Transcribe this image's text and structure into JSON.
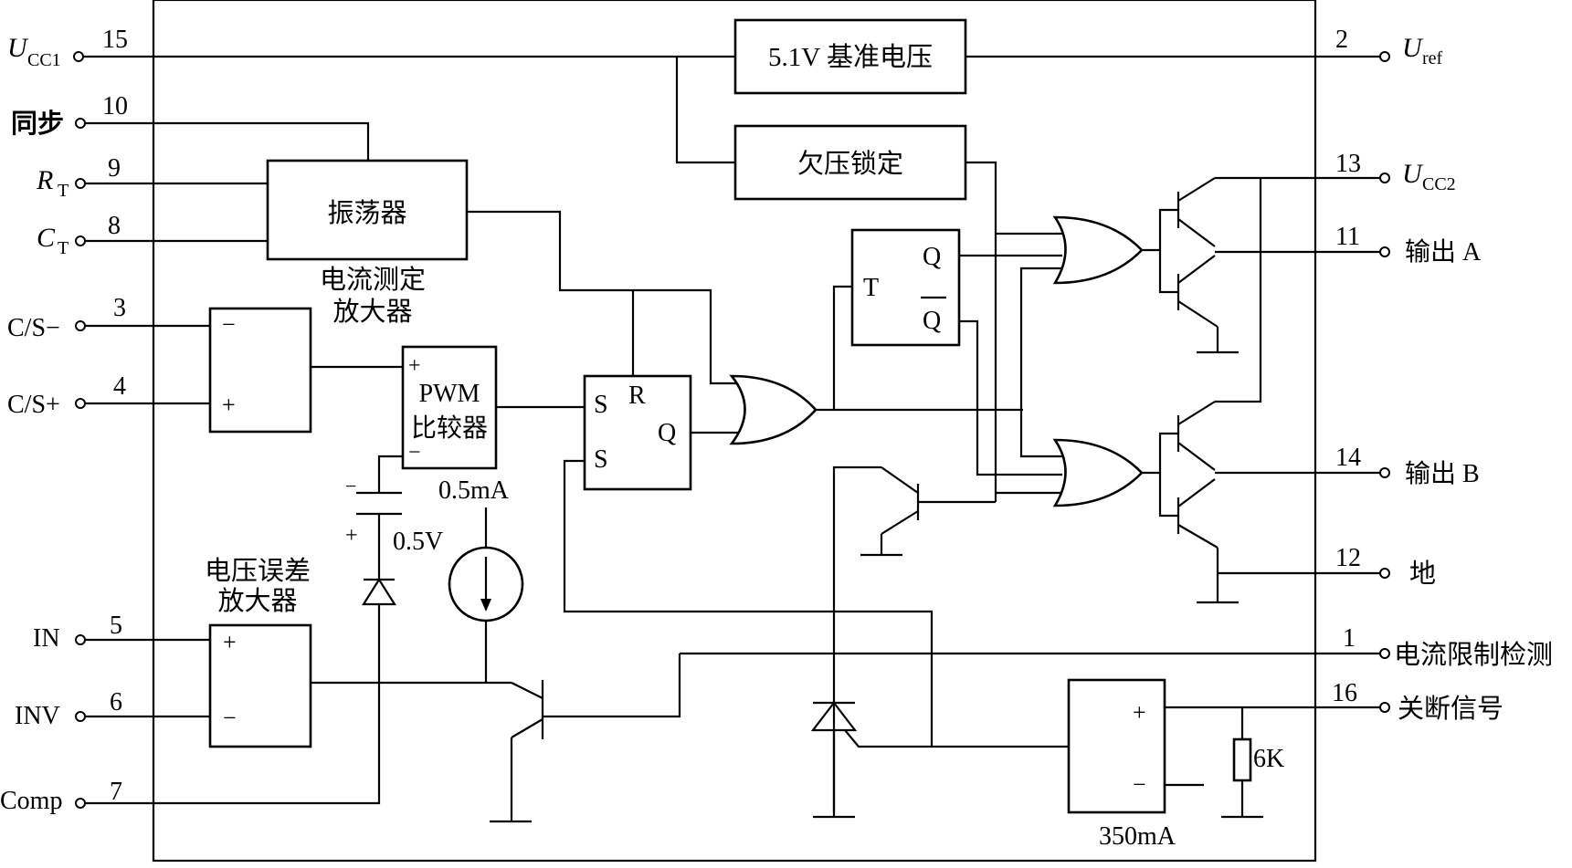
{
  "pins": {
    "vcc1": {
      "label": "U",
      "sub": "CC1",
      "num": "15"
    },
    "sync": {
      "label": "同步",
      "num": "10"
    },
    "rt": {
      "label": "R",
      "sub": "T",
      "num": "9"
    },
    "ct": {
      "label": "C",
      "sub": "T",
      "num": "8"
    },
    "cs_minus": {
      "label": "C/S−",
      "num": "3"
    },
    "cs_plus": {
      "label": "C/S+",
      "num": "4"
    },
    "in": {
      "label": "IN",
      "num": "5"
    },
    "inv": {
      "label": "INV",
      "num": "6"
    },
    "comp": {
      "label": "Comp",
      "num": "7"
    },
    "vref": {
      "label": "U",
      "sub": "ref",
      "num": "2"
    },
    "vcc2": {
      "label": "U",
      "sub": "CC2",
      "num": "13"
    },
    "out_a": {
      "label": "输出 A",
      "num": "11"
    },
    "out_b": {
      "label": "输出 B",
      "num": "14"
    },
    "gnd": {
      "label": "地",
      "num": "12"
    },
    "ilim": {
      "label": "电流限制检测",
      "num": "1"
    },
    "shutdown": {
      "label": "关断信号",
      "num": "16"
    }
  },
  "blocks": {
    "ref": "5.1V 基准电压",
    "uvlo": "欠压锁定",
    "osc": "振荡器",
    "cs_amp_line1": "电流测定",
    "cs_amp_line2": "放大器",
    "pwm_line1": "PWM",
    "pwm_line2": "比较器",
    "ea_line1": "电压误差",
    "ea_line2": "放大器"
  },
  "signs": {
    "plus": "+",
    "minus": "−"
  },
  "ff": {
    "s1": "S",
    "s2": "S",
    "r": "R",
    "q": "Q",
    "t": "T",
    "tq": "Q",
    "tqbar": "Q"
  },
  "values": {
    "current_source": "0.5mA",
    "zener": "0.5V",
    "resistor": "6K",
    "shutdown_current": "350mA"
  }
}
